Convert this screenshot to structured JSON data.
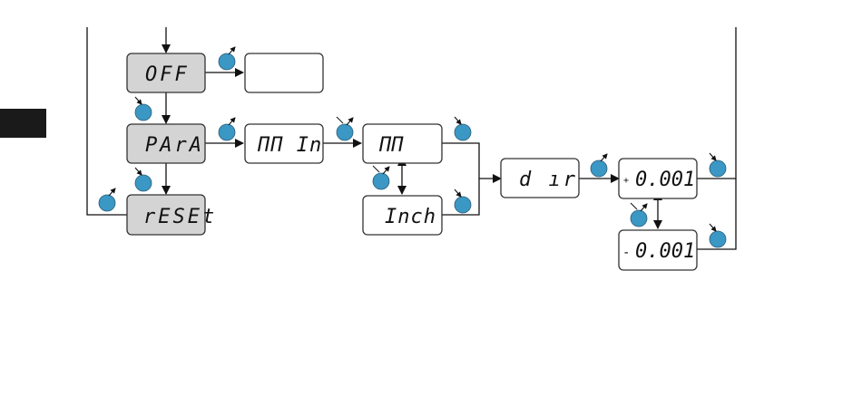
{
  "diagram": {
    "section_tab": {
      "color": "#1a1a1a"
    },
    "colors": {
      "button": "#3b97c4",
      "gray_box": "#d4d4d4",
      "line": "#111111"
    },
    "menu_boxes": [
      {
        "id": "off",
        "label": "OFF",
        "style": "gray"
      },
      {
        "id": "off-result",
        "label": "",
        "style": "white"
      },
      {
        "id": "para",
        "label": "PArA",
        "style": "gray"
      },
      {
        "id": "reset",
        "label": "rESEt",
        "style": "gray"
      },
      {
        "id": "mm-in",
        "label": "ΠΠ  In",
        "style": "white"
      },
      {
        "id": "mm",
        "label": "ΠΠ",
        "style": "white"
      },
      {
        "id": "inch",
        "label": "Inch",
        "style": "white"
      },
      {
        "id": "dir",
        "label": "d ır",
        "style": "white"
      },
      {
        "id": "plus",
        "sign": "+",
        "label": "0.001",
        "style": "white"
      },
      {
        "id": "minus",
        "sign": "-",
        "label": "0.001",
        "style": "white"
      }
    ]
  }
}
